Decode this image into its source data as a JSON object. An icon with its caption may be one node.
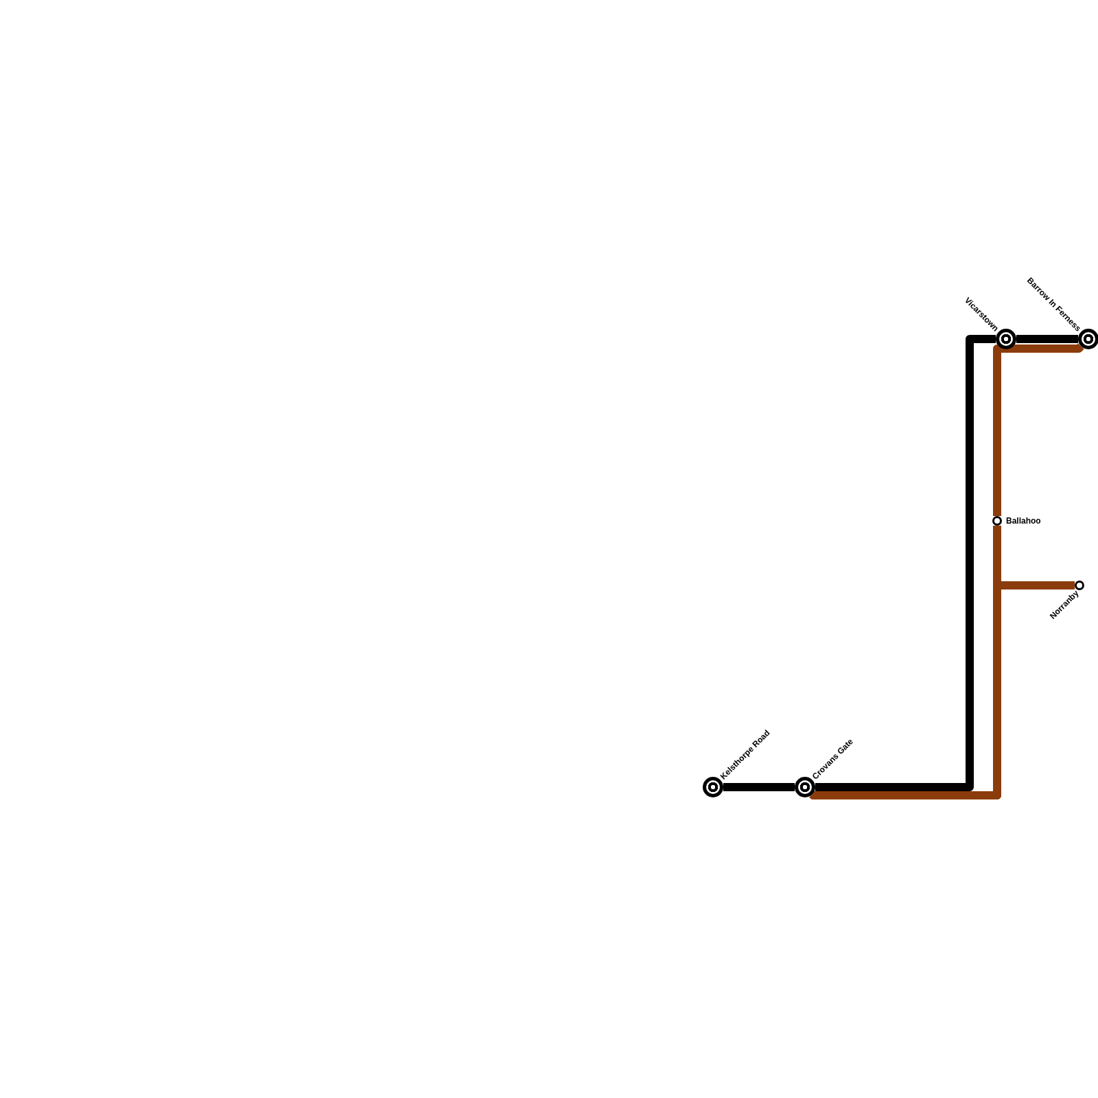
{
  "diagram": {
    "nodes": [
      {
        "text": [
          "Kelsthorpe Road"
        ]
      },
      {
        "text": [
          "Crovans Gate"
        ]
      },
      {
        "text": [
          "Vicarstown"
        ]
      },
      {
        "text": [
          "Barrow In Ferness"
        ]
      },
      {
        "text": [
          "Ballahoo"
        ]
      },
      {
        "text": [
          "Norranby"
        ]
      }
    ],
    "edges": [
      {
        "from": 0,
        "to": 1,
        "arrow": "none"
      },
      {
        "from": 1,
        "to": 2,
        "arrow": "none"
      },
      {
        "from": 2,
        "to": 3,
        "arrow": "none"
      },
      {
        "from": 1,
        "to": 4,
        "arrow": "none",
        "color": "#8b3c0c"
      },
      {
        "from": 4,
        "to": 3,
        "arrow": "none",
        "color": "#8b3c0c"
      },
      {
        "from": 1,
        "to": 5,
        "arrow": "none",
        "color": "#8b3c0c"
      }
    ]
  }
}
